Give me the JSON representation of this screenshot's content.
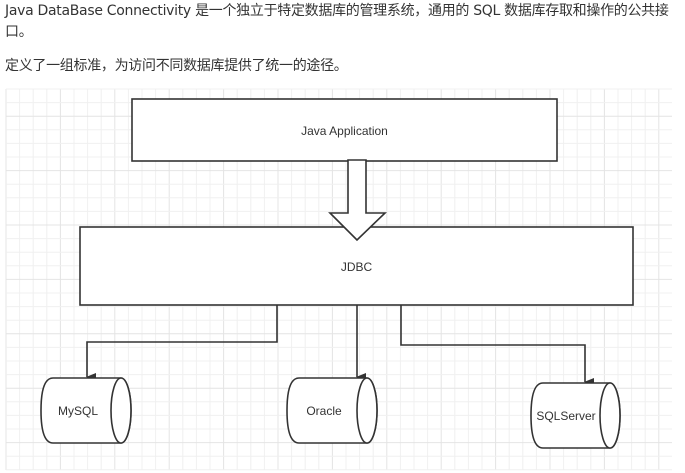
{
  "paragraphs": [
    "Java DataBase Connectivity 是一个独立于特定数据库的管理系统，通用的 SQL 数据库存取和操作的公共接口。",
    "定义了一组标准，为访问不同数据库提供了统一的途径。"
  ],
  "diagram": {
    "colors": {
      "stroke": "#333333",
      "grid_minor": "#f0f0f0",
      "grid_major": "#e4e4e4",
      "fill": "#ffffff"
    },
    "nodes": {
      "app": {
        "label": "Java Application",
        "shape": "rectangle"
      },
      "jdbc": {
        "label": "JDBC",
        "shape": "rectangle"
      },
      "databases": [
        {
          "label": "MySQL",
          "shape": "cylinder"
        },
        {
          "label": "Oracle",
          "shape": "cylinder"
        },
        {
          "label": "SQLServer",
          "shape": "cylinder"
        }
      ]
    },
    "edges": [
      {
        "from": "Java Application",
        "to": "JDBC",
        "style": "block-arrow"
      },
      {
        "from": "JDBC",
        "to": "MySQL",
        "style": "orthogonal-arrow"
      },
      {
        "from": "JDBC",
        "to": "Oracle",
        "style": "straight-arrow"
      },
      {
        "from": "JDBC",
        "to": "SQLServer",
        "style": "orthogonal-arrow"
      }
    ]
  }
}
